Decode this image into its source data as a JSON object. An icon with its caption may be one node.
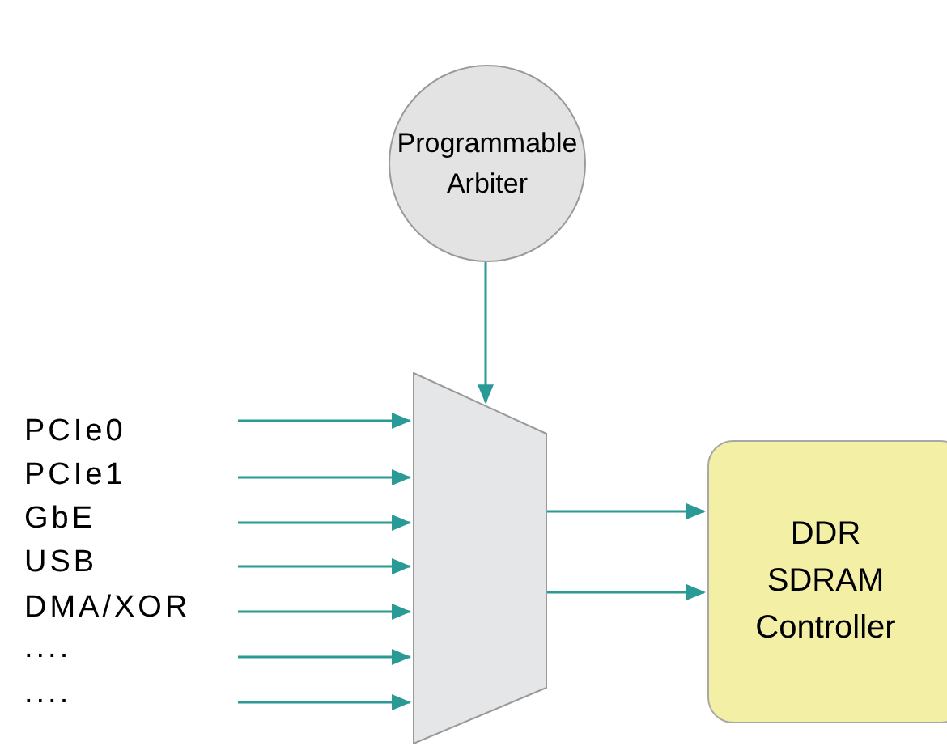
{
  "diagram": {
    "nodes": [
      {
        "text": [
          "Programmable Arbiter"
        ]
      },
      {
        "text": [],
        "shape": "trapezoid"
      },
      {
        "text": [
          "DDR SDRAM Controller"
        ]
      }
    ],
    "edges": [
      {
        "from": 0,
        "to": 1,
        "arrow": "to"
      },
      {
        "from": null,
        "to": 1,
        "arrow": "to"
      },
      {
        "from": null,
        "to": 1,
        "arrow": "to"
      },
      {
        "from": null,
        "to": 1,
        "arrow": "to"
      },
      {
        "from": null,
        "to": 1,
        "arrow": "to"
      },
      {
        "from": null,
        "to": 1,
        "arrow": "to"
      },
      {
        "from": null,
        "to": 1,
        "arrow": "to"
      },
      {
        "from": null,
        "to": 1,
        "arrow": "to"
      },
      {
        "from": 1,
        "to": 2,
        "arrow": "to"
      },
      {
        "from": 1,
        "to": 2,
        "arrow": "to"
      }
    ],
    "labels": [
      "PCIe0",
      "PCIe1",
      "GbE",
      "USB",
      "DMA/XOR",
      "....",
      "...."
    ]
  }
}
